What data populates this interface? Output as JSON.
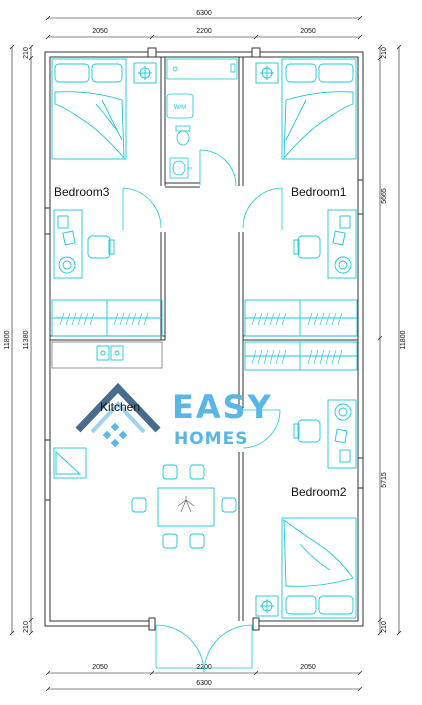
{
  "dimensions": {
    "top_total": "6300",
    "top_segments": [
      "2050",
      "2200",
      "2050"
    ],
    "bottom_total": "6300",
    "bottom_segments": [
      "2050",
      "2200",
      "2050"
    ],
    "left_total": "11800",
    "left_inner": "11380",
    "left_top": "210",
    "left_bottom": "210",
    "right_total": "11800",
    "right_upper": "5665",
    "right_lower": "5715",
    "right_top": "210",
    "right_bottom": "210"
  },
  "rooms": {
    "bedroom_top_left": "Bedroom3",
    "bedroom_top_right": "Bedroom1",
    "bedroom_bottom_right": "Bedroom2",
    "kitchen": "Kitchen",
    "washer": "W/M"
  },
  "logo": {
    "brand_top": "EASY",
    "brand_bottom": "HOMES",
    "color": "#58b7e6",
    "roof_color": "#4a6c8c"
  },
  "colors": {
    "furniture": "#19c8d8",
    "walls": "#333333",
    "dimension_lines": "#111111"
  }
}
